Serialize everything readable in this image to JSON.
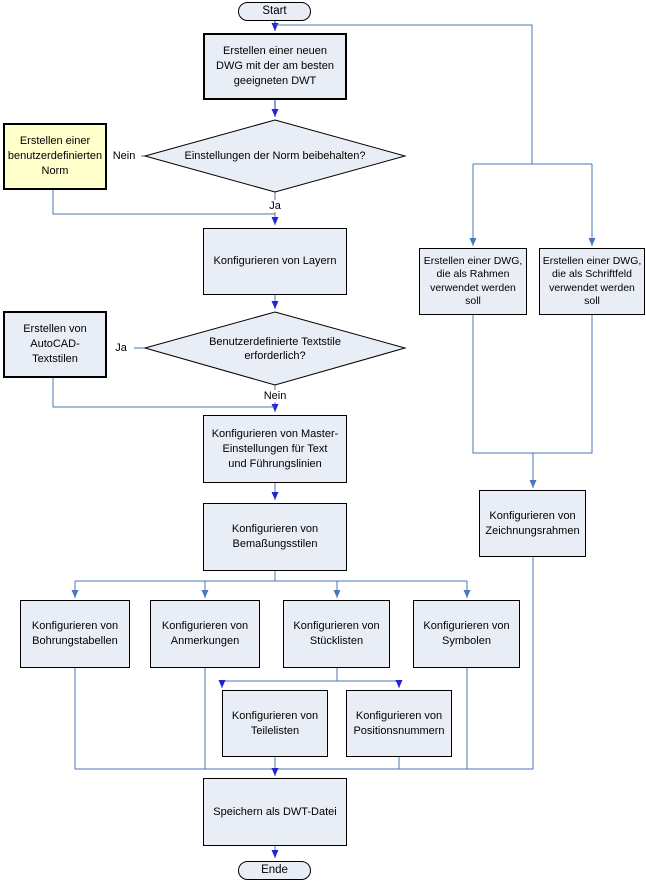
{
  "nodes": {
    "start": {
      "label": "Start",
      "type": "terminator"
    },
    "create_dwg": {
      "label": "Erstellen einer neuen\nDWG mit der am besten\ngeeigneten DWT",
      "type": "process"
    },
    "keep_norm": {
      "label": "Einstellungen der Norm beibehalten?",
      "type": "decision"
    },
    "custom_norm": {
      "label": "Erstellen einer\nbenutzerdefinierten\nNorm",
      "type": "process-highlight"
    },
    "layers": {
      "label": "Konfigurieren von Layern",
      "type": "process"
    },
    "custom_textstyles": {
      "label": "Benutzerdefinierte Textstile\nerforderlich?",
      "type": "decision"
    },
    "autocad_textstyles": {
      "label": "Erstellen von\nAutoCAD-\nTextstilen",
      "type": "process"
    },
    "master_text": {
      "label": "Konfigurieren von Master-\nEinstellungen für Text\nund Führungslinien",
      "type": "process"
    },
    "dim_styles": {
      "label": "Konfigurieren von\nBemaßungsstilen",
      "type": "process"
    },
    "hole_tables": {
      "label": "Konfigurieren von\nBohrungstabellen",
      "type": "process"
    },
    "annotations": {
      "label": "Konfigurieren von\nAnmerkungen",
      "type": "process"
    },
    "parts_lists": {
      "label": "Konfigurieren von\nStücklisten",
      "type": "process"
    },
    "symbols": {
      "label": "Konfigurieren von\nSymbolen",
      "type": "process"
    },
    "item_lists": {
      "label": "Konfigurieren von\nTeilelisten",
      "type": "process"
    },
    "balloons": {
      "label": "Konfigurieren von\nPositionsnummern",
      "type": "process"
    },
    "save_dwt": {
      "label": "Speichern als DWT-Datei",
      "type": "process"
    },
    "end": {
      "label": "Ende",
      "type": "terminator"
    },
    "frame_dwg": {
      "label": "Erstellen einer DWG,\ndie als Rahmen\nverwendet werden\nsoll",
      "type": "process"
    },
    "titleblock_dwg": {
      "label": "Erstellen einer DWG,\ndie als Schriftfeld\nverwendet werden\nsoll",
      "type": "process"
    },
    "drawing_border": {
      "label": "Konfigurieren von\nZeichnungsrahmen",
      "type": "process"
    }
  },
  "edge_labels": {
    "nein_norm": "Nein",
    "ja_norm": "Ja",
    "ja_textstyles": "Ja",
    "nein_textstyles": "Nein"
  },
  "colors": {
    "connector": "#4A77B6",
    "arrowhead": "#2323D6",
    "node_fill": "#E9EDF5",
    "highlight_fill": "#FFFFCC",
    "node_border": "#000000"
  }
}
